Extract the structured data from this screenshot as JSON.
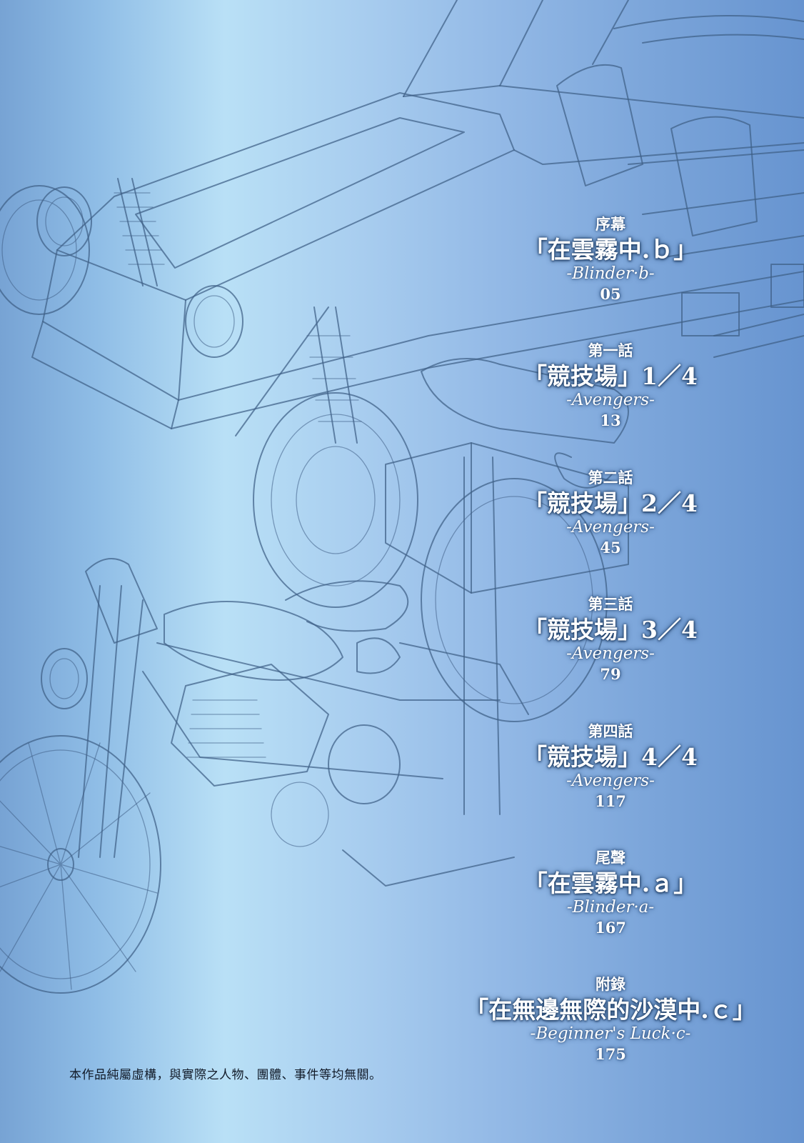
{
  "toc": [
    {
      "section": "序幕",
      "title": "「在雲霧中.ｂ」",
      "subtitle": "-Blinder·b-",
      "page": "05"
    },
    {
      "section": "第一話",
      "title": "「競技場」1／4",
      "subtitle": "-Avengers-",
      "page": "13"
    },
    {
      "section": "第二話",
      "title": "「競技場」2／4",
      "subtitle": "-Avengers-",
      "page": "45"
    },
    {
      "section": "第三話",
      "title": "「競技場」3／4",
      "subtitle": "-Avengers-",
      "page": "79"
    },
    {
      "section": "第四話",
      "title": "「競技場」4／4",
      "subtitle": "-Avengers-",
      "page": "117"
    },
    {
      "section": "尾聲",
      "title": "「在雲霧中.ａ」",
      "subtitle": "-Blinder·a-",
      "page": "167"
    },
    {
      "section": "附錄",
      "title": "「在無邊無際的沙漠中.ｃ」",
      "subtitle": "-Beginner's Luck·c-",
      "page": "175"
    }
  ],
  "disclaimer": "本作品純屬虛構，與實際之人物、團體、事件等均無關。",
  "colors": {
    "line_art": "#3f5f86",
    "text": "#ffffff",
    "text_glow": "#1e3f6a",
    "disclaimer": "#111a28"
  },
  "illustration": "buggy-and-motorcycle-line-art"
}
